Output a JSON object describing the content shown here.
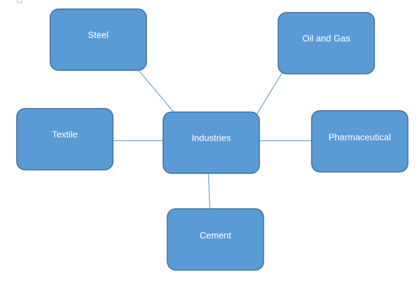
{
  "diagram": {
    "center": "Industries",
    "nodes": {
      "steel": "Steel",
      "oil_gas": "Oil and Gas",
      "textile": "Textile",
      "pharmaceutical": "Pharmaceutical",
      "cement": "Cement"
    }
  },
  "colors": {
    "box_fill": "#5b9bd5",
    "box_border": "#41719c",
    "connector": "#6fa0cf",
    "label_text": "#ffffff"
  }
}
